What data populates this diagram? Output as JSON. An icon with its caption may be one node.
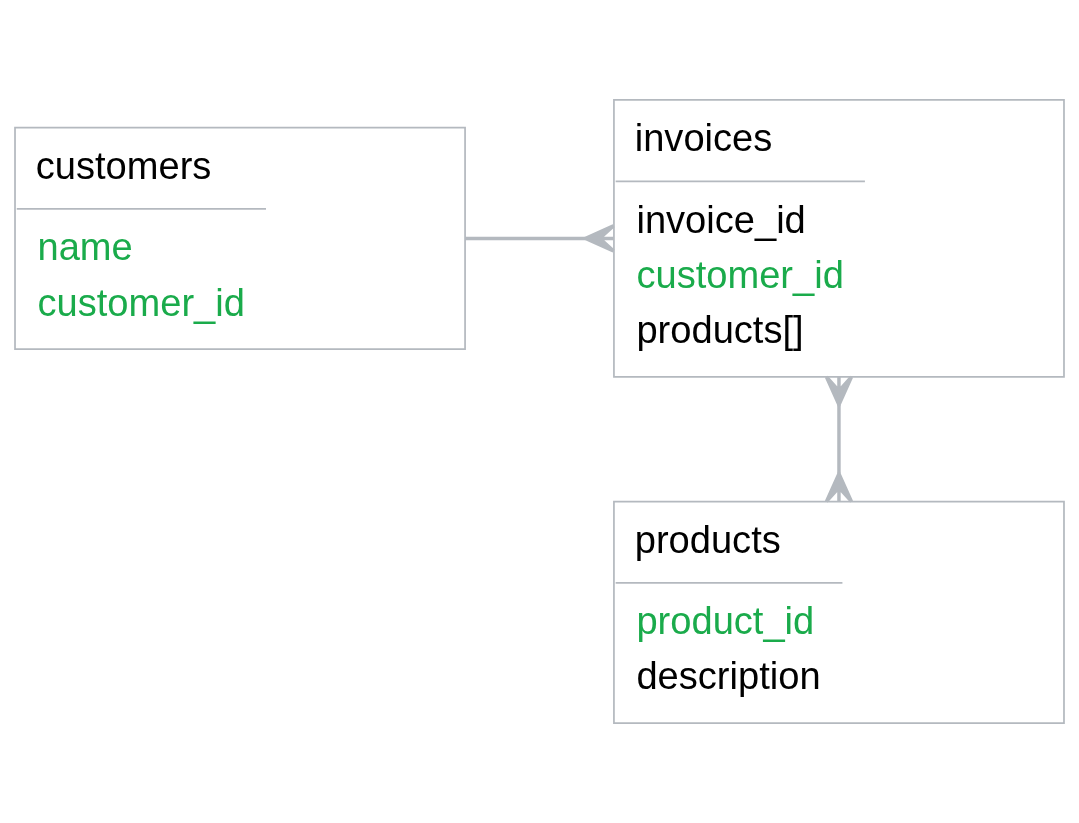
{
  "diagram": {
    "nodes": [
      {
        "text": [
          "customers",
          "name",
          "customer_id"
        ]
      },
      {
        "text": [
          "invoices",
          "invoice_id",
          "customer_id",
          "products[]"
        ]
      },
      {
        "text": [
          "products",
          "product_id",
          "description"
        ]
      }
    ],
    "edges": [
      {
        "from": 0,
        "to": 1,
        "arrow": "other"
      },
      {
        "from": 1,
        "to": 2,
        "arrow": "other"
      }
    ]
  }
}
